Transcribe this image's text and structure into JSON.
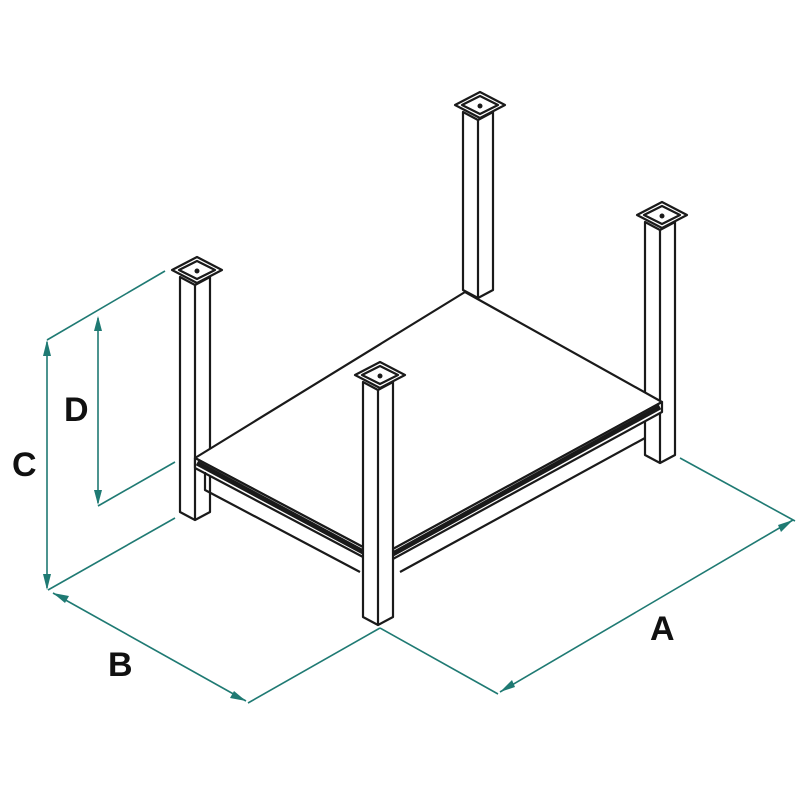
{
  "diagram": {
    "labels": {
      "a": "A",
      "b": "B",
      "c": "C",
      "d": "D"
    },
    "colors": {
      "dimension": "#1f7a73",
      "outline": "#1a1a1a"
    }
  }
}
